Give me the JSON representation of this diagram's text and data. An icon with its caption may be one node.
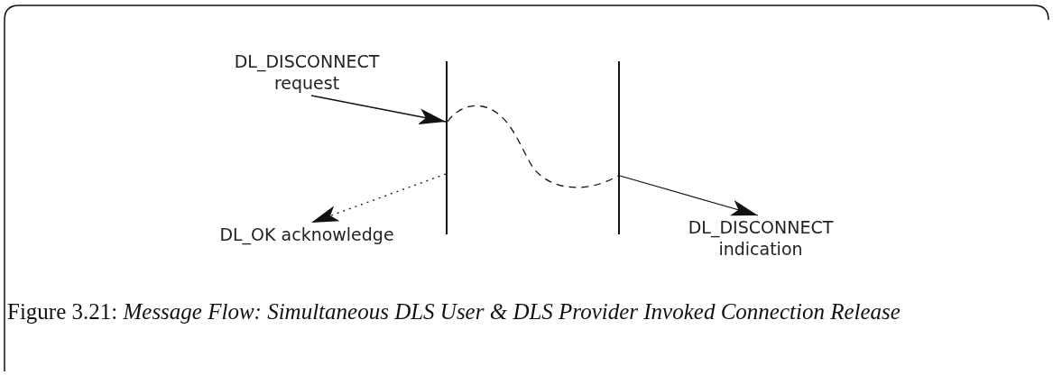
{
  "diagram": {
    "caption": "Figure 3.21: *Message Flow: Simultaneous DLS User & DLS Provider Invoked Connection Release*",
    "nodes": [
      {
        "text": [
          "DL_DISCONNECT request"
        ]
      },
      {
        "text": [],
        "shape": "bar"
      },
      {
        "text": [],
        "shape": "bar"
      },
      {
        "text": [
          "DL_OK acknowledge"
        ]
      },
      {
        "text": [
          "DL_DISCONNECT indication"
        ]
      }
    ],
    "edges": [
      {
        "from": 0,
        "to": 1,
        "arrow": "to"
      },
      {
        "from": 1,
        "to": 3,
        "arrow": "to",
        "style": "dashed"
      },
      {
        "from": 1,
        "to": 2,
        "arrow": "none",
        "style": "dashed"
      },
      {
        "from": 2,
        "to": 4,
        "arrow": "to"
      }
    ]
  }
}
